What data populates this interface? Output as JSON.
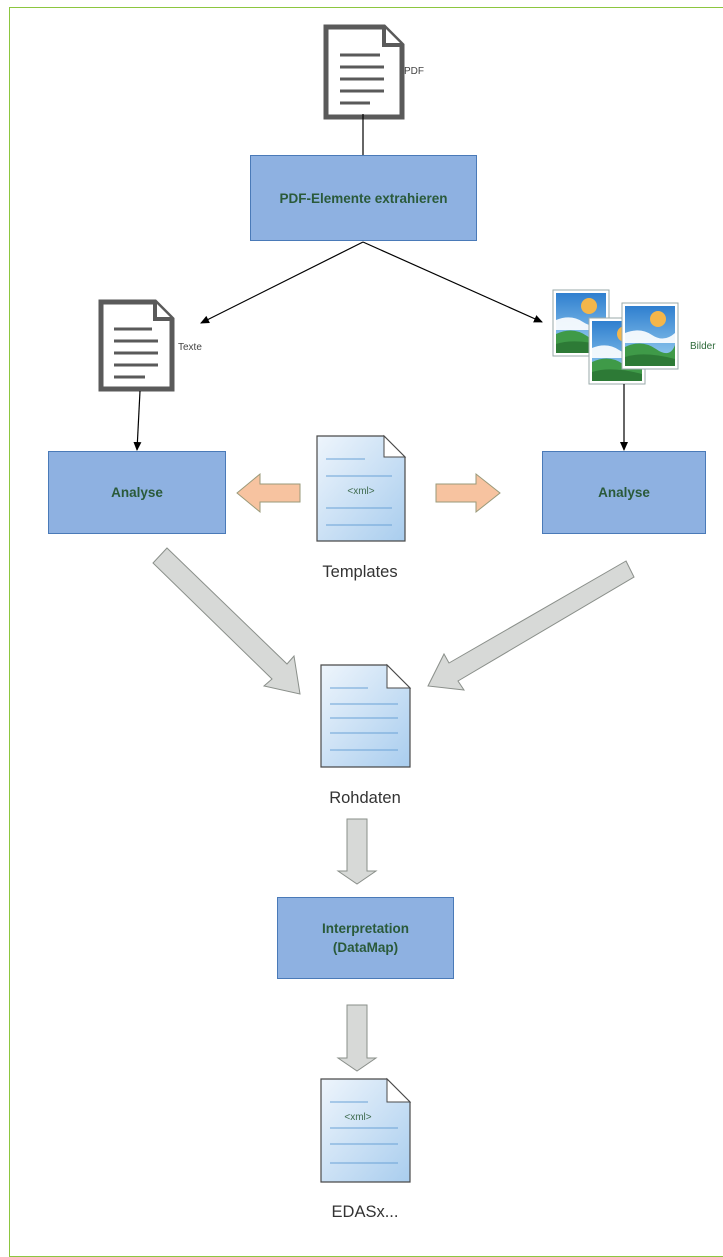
{
  "diagram": {
    "pdf_label": "PDF",
    "extract_box": "PDF-Elemente extrahieren",
    "texte_label": "Texte",
    "bilder_label": "Bilder",
    "analyse_left": "Analyse",
    "analyse_right": "Analyse",
    "xml_tag": "<xml>",
    "templates_label": "Templates",
    "rohdaten_label": "Rohdaten",
    "interpretation_box": "Interpretation\n(DataMap)",
    "output_xml_tag": "<xml>",
    "edas_label": "EDASx..."
  },
  "colors": {
    "border": "#8cc63f",
    "box_fill": "#8eb1e1",
    "box_stroke": "#4a7ab8",
    "box_text": "#2a5a3a",
    "orange_arrow": "#f7c3a0",
    "gray_arrow": "#d7d9d7"
  },
  "icons": [
    "pdf-document-icon",
    "text-document-icon",
    "images-icon",
    "xml-document-icon"
  ]
}
